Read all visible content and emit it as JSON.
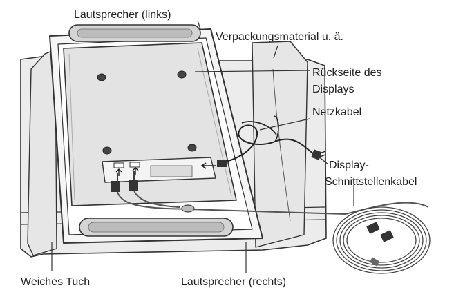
{
  "labels": {
    "speaker_left": "Lautsprecher (links)",
    "packaging": "Verpackungsmaterial u. ä.",
    "display_back_line1": "Rückseite des",
    "display_back_line2": "Displays",
    "power_cable": "Netzkabel",
    "interface_cable_line1": "Display-",
    "interface_cable_line2": "Schnittstellenkabel",
    "soft_cloth": "Weiches Tuch",
    "speaker_right": "Lautsprecher (rechts)"
  },
  "colors": {
    "line": "#333333",
    "panel": "#f2f2f2",
    "display": "#e3e3e3",
    "speaker": "#d4d4d4",
    "cloth": "#ececec"
  }
}
